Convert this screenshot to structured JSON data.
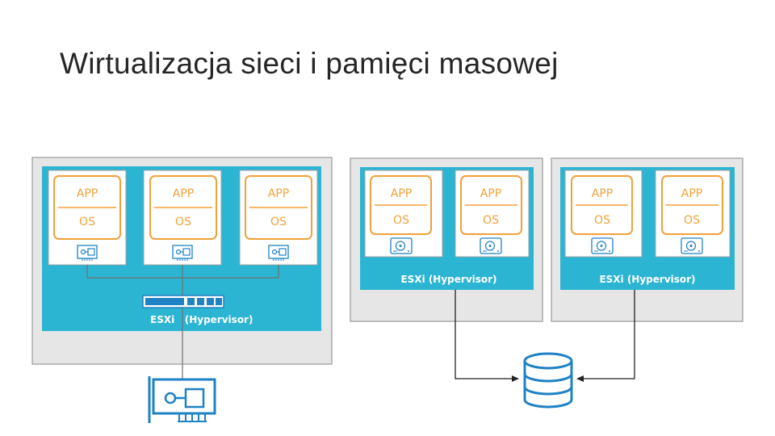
{
  "slide": {
    "title": "Wirtualizacja sieci i pamięci masowej"
  },
  "diagram": {
    "vm_labels": {
      "app": "APP",
      "os": "OS"
    },
    "left_host": {
      "hypervisor_label": "ESXi   (Hypervisor)"
    },
    "right_hosts": [
      {
        "hypervisor_label": "ESXi (Hypervisor)"
      },
      {
        "hypervisor_label": "ESXi (Hypervisor)"
      }
    ],
    "colors": {
      "host_frame": "#e6e6e6",
      "hypervisor": "#2bb5d3",
      "vm_border": "#f0a13a",
      "icon_blue": "#1f82c4"
    }
  }
}
